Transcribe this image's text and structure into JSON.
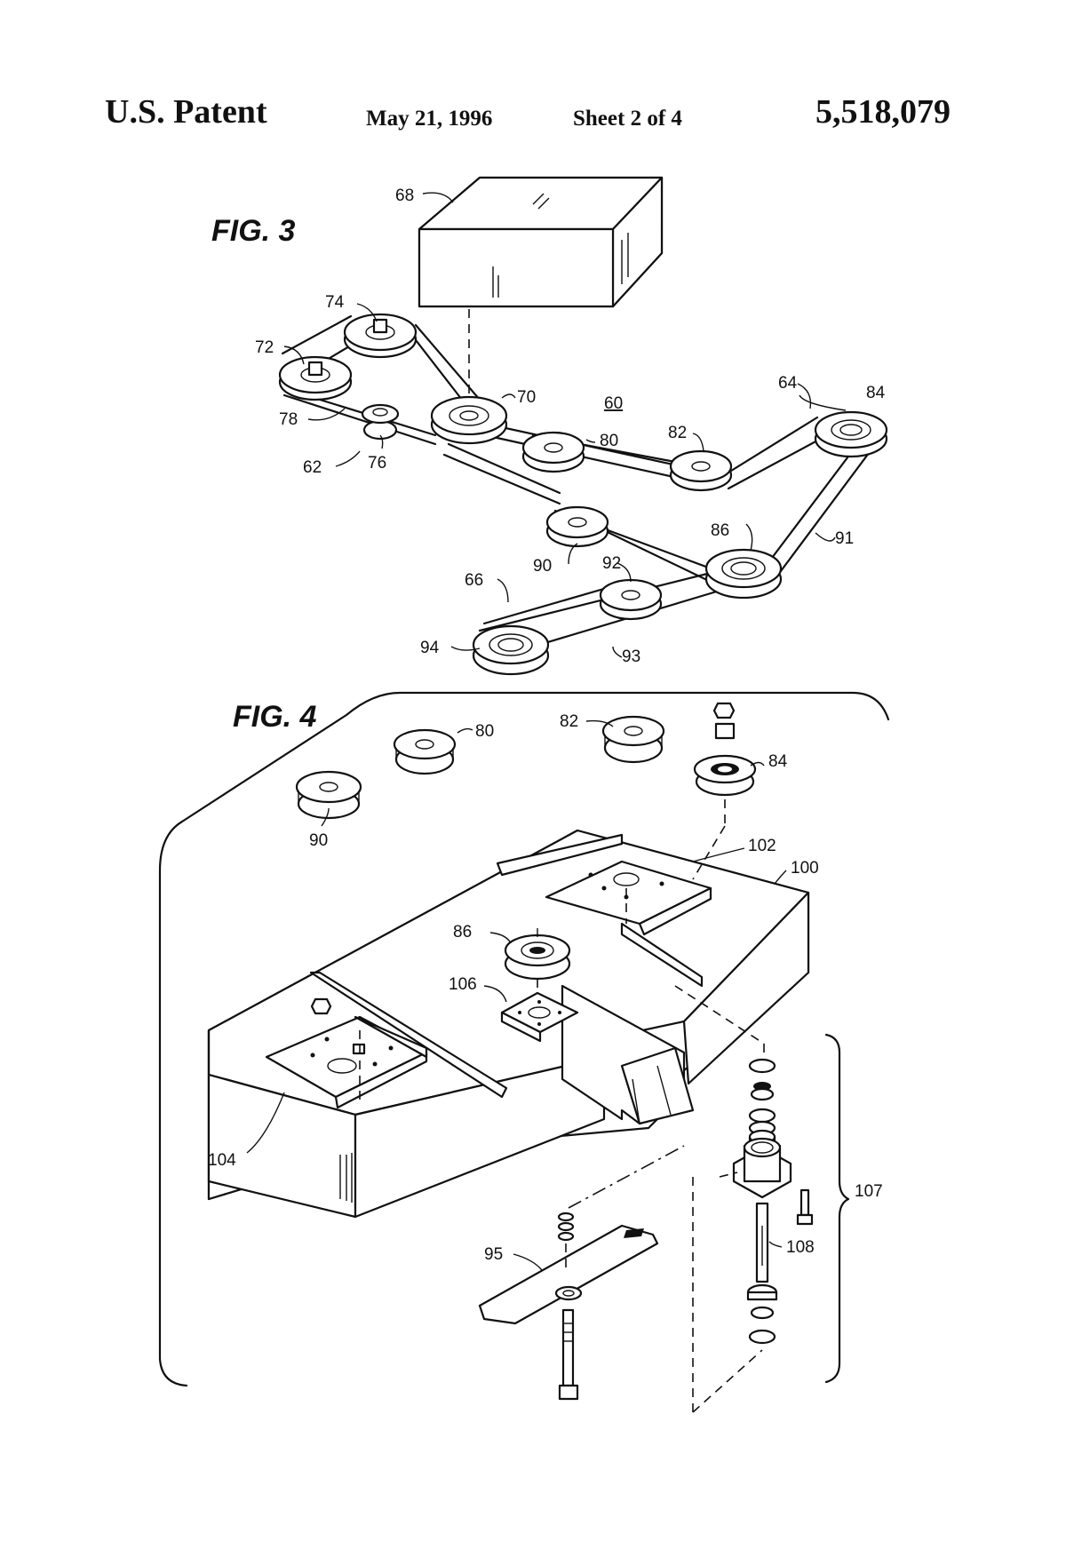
{
  "header": {
    "title": "U.S. Patent",
    "date": "May 21, 1996",
    "sheet": "Sheet 2 of 4",
    "patent_number": "5,518,079"
  },
  "figures": {
    "fig3": "FIG. 3",
    "fig4": "FIG. 4"
  },
  "refs": {
    "r60": "60",
    "r62": "62",
    "r64": "64",
    "r66": "66",
    "r68": "68",
    "r70": "70",
    "r72": "72",
    "r74": "74",
    "r76": "76",
    "r78": "78",
    "r80": "80",
    "r82": "82",
    "r84": "84",
    "r86": "86",
    "r90": "90",
    "r91": "91",
    "r92": "92",
    "r93": "93",
    "r94": "94",
    "r95": "95",
    "r100": "100",
    "r102": "102",
    "r104": "104",
    "r106": "106",
    "r107": "107",
    "r108": "108"
  }
}
